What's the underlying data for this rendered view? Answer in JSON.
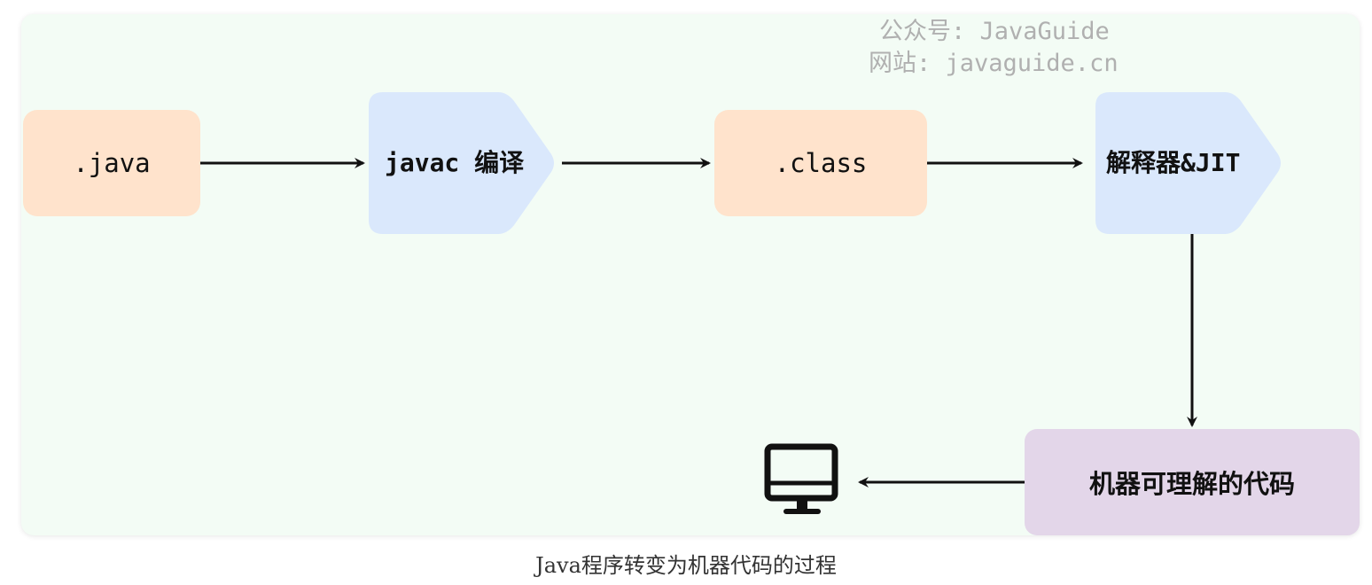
{
  "watermark": {
    "line1": "公众号: JavaGuide",
    "line2": "网站: javaguide.cn"
  },
  "nodes": {
    "java_file": ".java",
    "javac_compile": "javac 编译",
    "class_file": ".class",
    "interpreter_jit": "解释器&JIT",
    "machine_code": "机器可理解的代码"
  },
  "computer_icon": "monitor-icon",
  "caption": "Java程序转变为机器代码的过程",
  "colors": {
    "file_box": "#ffe3cc",
    "process_box": "#dae8fc",
    "output_box": "#e3d6e9",
    "background": "#f3fcf5",
    "arrow": "#111111"
  }
}
